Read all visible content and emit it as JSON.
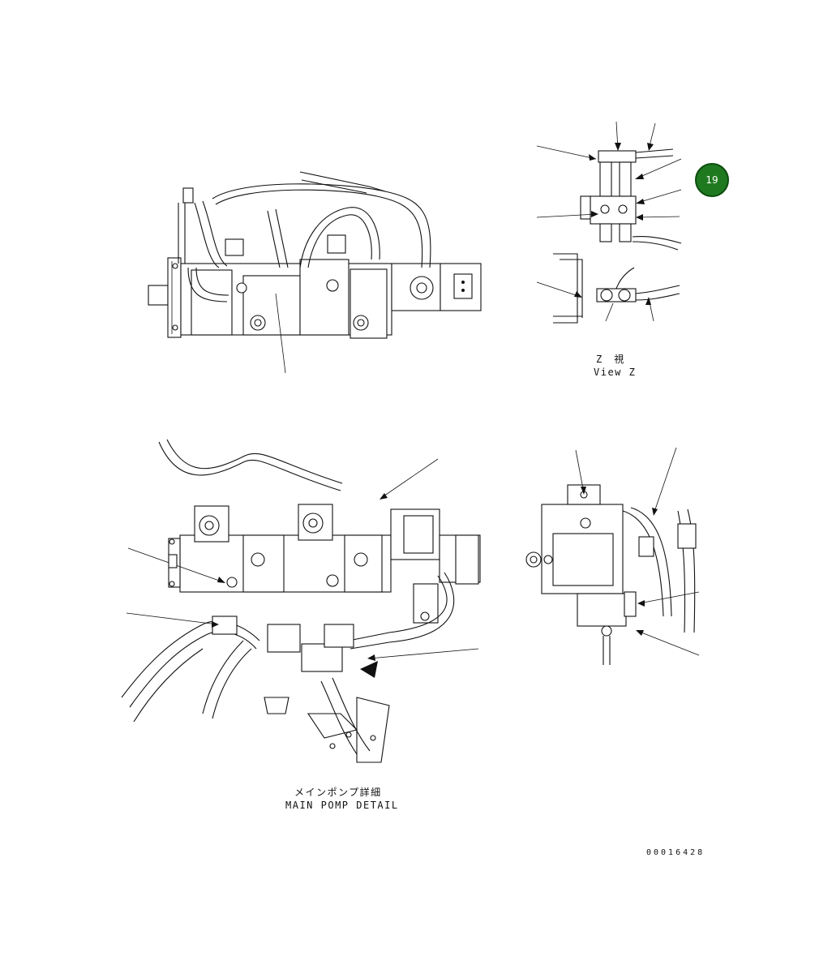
{
  "badge": {
    "number": "19",
    "color": "#1f7a1f"
  },
  "view_z": {
    "title_jp": "Z　視",
    "title_en": "View Z"
  },
  "main_pump_detail": {
    "title_jp": "メインポンプ詳細",
    "title_en": "MAIN POMP DETAIL"
  },
  "drawing_number": "00016428"
}
